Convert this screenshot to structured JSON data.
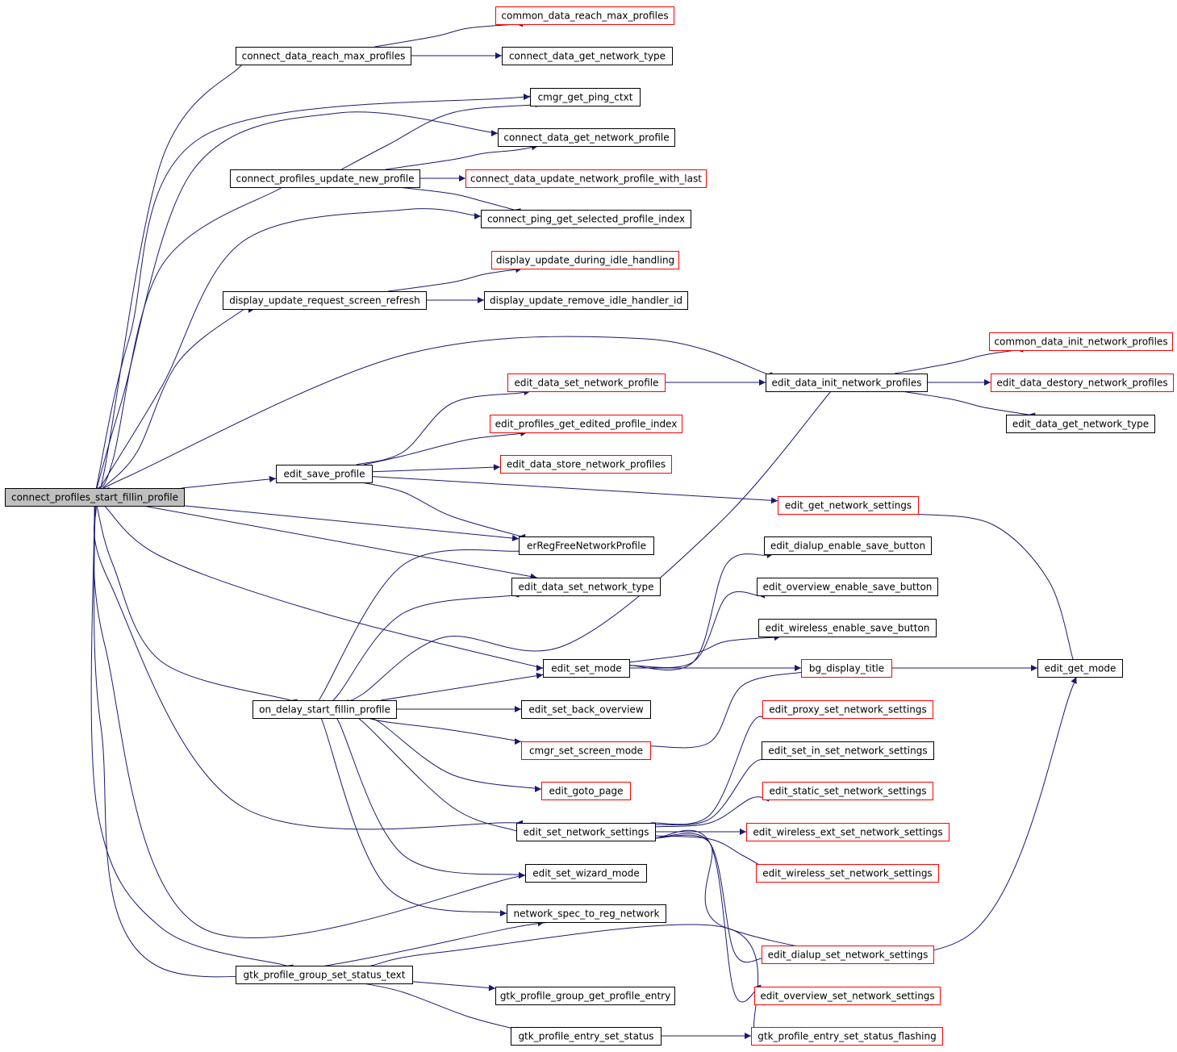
{
  "colors": {
    "edge": "#191970",
    "border_linked": "#000000",
    "border_external": "#ff0000",
    "root_fill": "#bfbfbf",
    "node_fill": "#ffffff"
  },
  "nodes": [
    {
      "id": "root",
      "label": "connect_profiles_start_fillin_profile",
      "kind": "root"
    },
    {
      "id": "cdrmp",
      "label": "connect_data_reach_max_profiles",
      "kind": "linked"
    },
    {
      "id": "common_rmp",
      "label": "common_data_reach_max_profiles",
      "kind": "external"
    },
    {
      "id": "cdgnt",
      "label": "connect_data_get_network_type",
      "kind": "linked"
    },
    {
      "id": "cmgr_ping",
      "label": "cmgr_get_ping_ctxt",
      "kind": "linked"
    },
    {
      "id": "cdgnp",
      "label": "connect_data_get_network_profile",
      "kind": "linked"
    },
    {
      "id": "cpunp",
      "label": "connect_profiles_update_new_profile",
      "kind": "linked"
    },
    {
      "id": "cdunpwl",
      "label": "connect_data_update_network_profile_with_last",
      "kind": "external"
    },
    {
      "id": "cpgspi",
      "label": "connect_ping_get_selected_profile_index",
      "kind": "linked"
    },
    {
      "id": "dudih",
      "label": "display_update_during_idle_handling",
      "kind": "external"
    },
    {
      "id": "durs",
      "label": "display_update_request_screen_refresh",
      "kind": "linked"
    },
    {
      "id": "durihi",
      "label": "display_update_remove_idle_handler_id",
      "kind": "linked"
    },
    {
      "id": "common_inp",
      "label": "common_data_init_network_profiles",
      "kind": "external"
    },
    {
      "id": "edsnp",
      "label": "edit_data_set_network_profile",
      "kind": "external"
    },
    {
      "id": "edinp",
      "label": "edit_data_init_network_profiles",
      "kind": "linked"
    },
    {
      "id": "eddnp",
      "label": "edit_data_destory_network_profiles",
      "kind": "external"
    },
    {
      "id": "epgepi",
      "label": "edit_profiles_get_edited_profile_index",
      "kind": "external"
    },
    {
      "id": "edgnt",
      "label": "edit_data_get_network_type",
      "kind": "linked"
    },
    {
      "id": "esp",
      "label": "edit_save_profile",
      "kind": "linked"
    },
    {
      "id": "edstnp",
      "label": "edit_data_store_network_profiles",
      "kind": "external"
    },
    {
      "id": "egns",
      "label": "edit_get_network_settings",
      "kind": "external"
    },
    {
      "id": "erfnp",
      "label": "erRegFreeNetworkProfile",
      "kind": "linked"
    },
    {
      "id": "edesb",
      "label": "edit_dialup_enable_save_button",
      "kind": "linked"
    },
    {
      "id": "edsnt",
      "label": "edit_data_set_network_type",
      "kind": "linked"
    },
    {
      "id": "eoesb",
      "label": "edit_overview_enable_save_button",
      "kind": "linked"
    },
    {
      "id": "ewesb",
      "label": "edit_wireless_enable_save_button",
      "kind": "linked"
    },
    {
      "id": "esm",
      "label": "edit_set_mode",
      "kind": "linked"
    },
    {
      "id": "bgdt",
      "label": "bg_display_title",
      "kind": "external"
    },
    {
      "id": "egm",
      "label": "edit_get_mode",
      "kind": "linked"
    },
    {
      "id": "odsfp",
      "label": "on_delay_start_fillin_profile",
      "kind": "linked"
    },
    {
      "id": "esbo",
      "label": "edit_set_back_overview",
      "kind": "linked"
    },
    {
      "id": "epsns",
      "label": "edit_proxy_set_network_settings",
      "kind": "external"
    },
    {
      "id": "cssm",
      "label": "cmgr_set_screen_mode",
      "kind": "external"
    },
    {
      "id": "esisns",
      "label": "edit_set_in_set_network_settings",
      "kind": "linked"
    },
    {
      "id": "egp",
      "label": "edit_goto_page",
      "kind": "external"
    },
    {
      "id": "essns",
      "label": "edit_static_set_network_settings",
      "kind": "external"
    },
    {
      "id": "esns",
      "label": "edit_set_network_settings",
      "kind": "linked"
    },
    {
      "id": "ewesns",
      "label": "edit_wireless_ext_set_network_settings",
      "kind": "external"
    },
    {
      "id": "eswm",
      "label": "edit_set_wizard_mode",
      "kind": "linked"
    },
    {
      "id": "ewsns",
      "label": "edit_wireless_set_network_settings",
      "kind": "external"
    },
    {
      "id": "nstrn",
      "label": "network_spec_to_reg_network",
      "kind": "linked"
    },
    {
      "id": "edpsns",
      "label": "edit_dialup_set_network_settings",
      "kind": "external"
    },
    {
      "id": "gpgsst",
      "label": "gtk_profile_group_set_status_text",
      "kind": "linked"
    },
    {
      "id": "gpggpe",
      "label": "gtk_profile_group_get_profile_entry",
      "kind": "linked"
    },
    {
      "id": "eosns",
      "label": "edit_overview_set_network_settings",
      "kind": "external"
    },
    {
      "id": "gpess",
      "label": "gtk_profile_entry_set_status",
      "kind": "linked"
    },
    {
      "id": "gpessf",
      "label": "gtk_profile_entry_set_status_flashing",
      "kind": "external"
    }
  ]
}
